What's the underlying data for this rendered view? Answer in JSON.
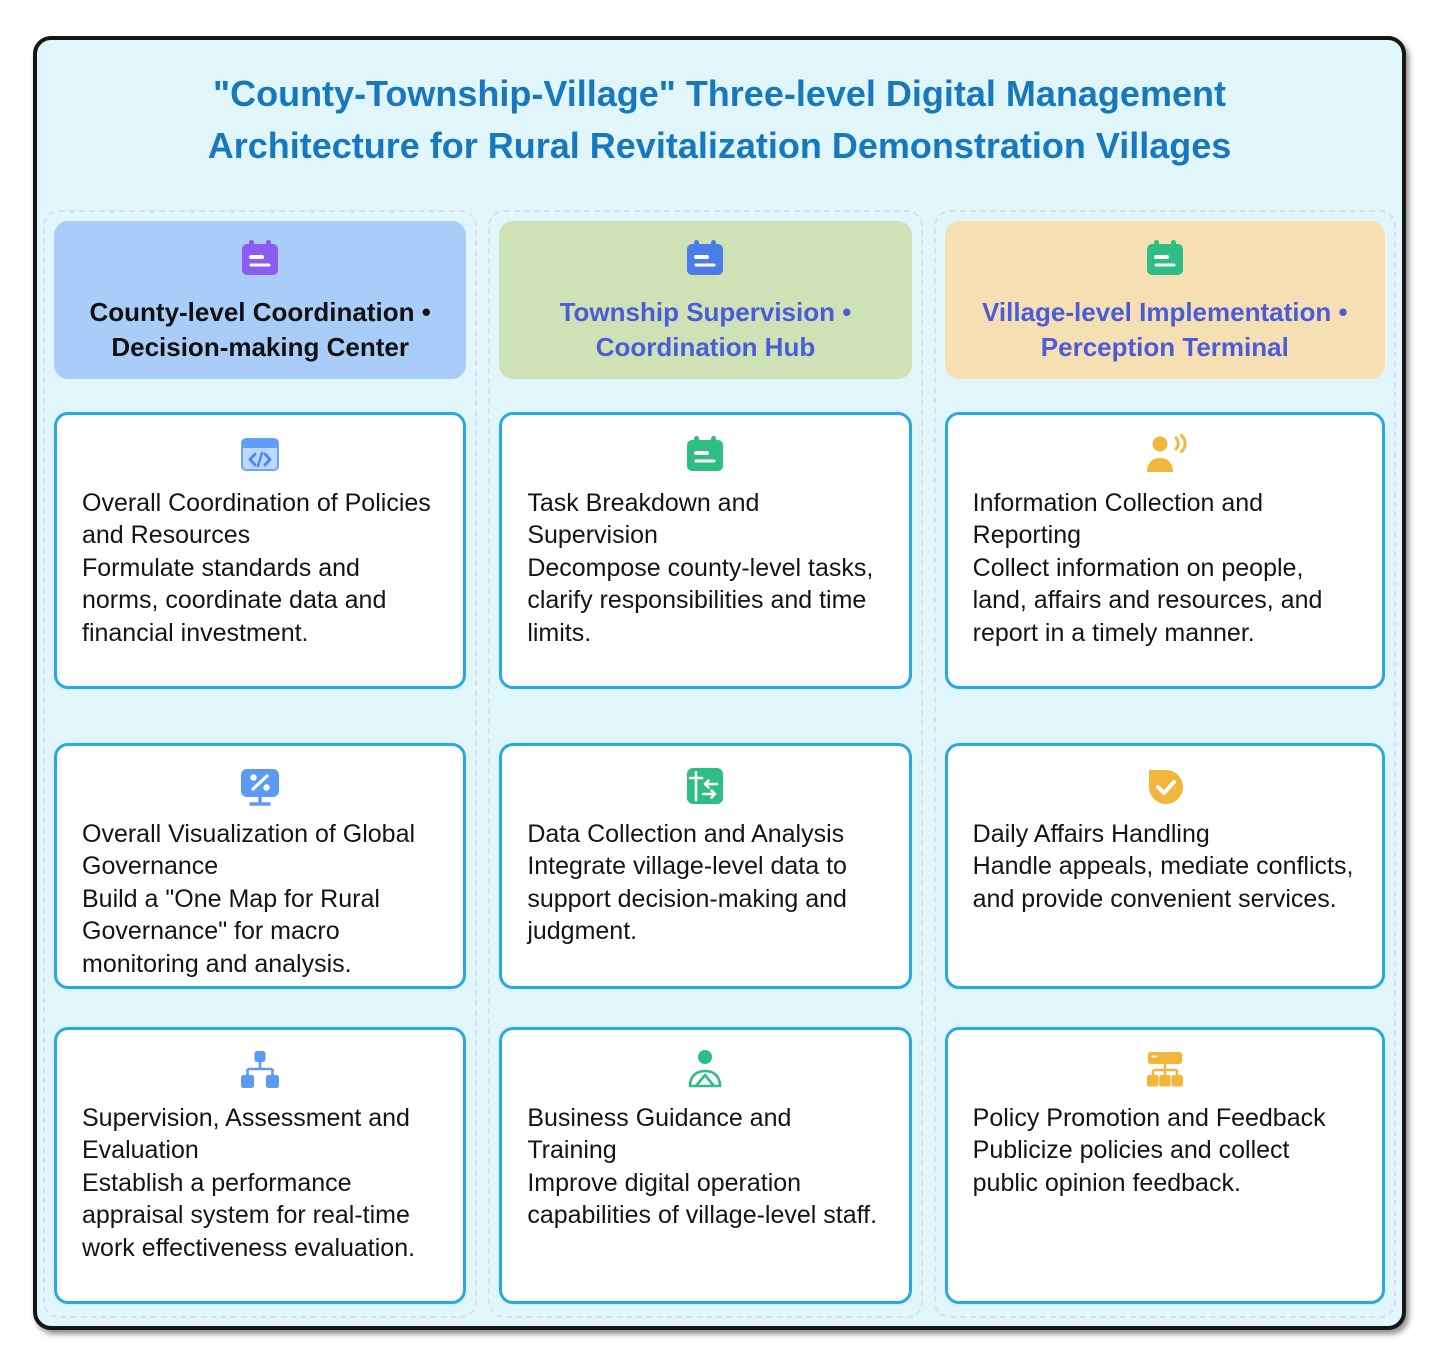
{
  "title": "\"County-Township-Village\" Three-level Digital Management Architecture for Rural Revitalization Demonstration Villages",
  "colors": {
    "page_background": "#e1f6fb",
    "title_text": "#1778bd",
    "card_border": "#29a9e1",
    "column_dashed_border": "#dcdcef",
    "county_header_bg": "#a9cdf8",
    "township_header_bg": "#cfe2b5",
    "village_header_bg": "#f5dfb3",
    "header_text_blue": "#4a5cd9",
    "icon_purple": "#8a5cf0",
    "icon_blue": "#4a7de8",
    "icon_light_blue": "#5d9af5",
    "icon_green": "#2ebd85",
    "icon_amber": "#f2b63c"
  },
  "columns": [
    {
      "header": {
        "label": "County-level Coordination • Decision-making Center",
        "icon": "calendar-icon"
      },
      "cards": [
        {
          "icon": "code-window-icon",
          "title": "Overall Coordination of Policies and Resources",
          "desc": "Formulate standards and norms, coordinate data and financial investment."
        },
        {
          "icon": "monitor-percent-icon",
          "title": "Overall Visualization of Global Governance",
          "desc": "Build a \"One Map for Rural Governance\" for macro monitoring and analysis."
        },
        {
          "icon": "org-chart-icon",
          "title": "Supervision, Assessment and Evaluation",
          "desc": "Establish a performance appraisal system for real-time work effectiveness evaluation."
        }
      ]
    },
    {
      "header": {
        "label": "Township Supervision • Coordination Hub",
        "icon": "calendar-icon"
      },
      "cards": [
        {
          "icon": "calendar-icon",
          "title": "Task Breakdown and Supervision",
          "desc": "Decompose county-level tasks, clarify responsibilities and time limits."
        },
        {
          "icon": "data-analysis-icon",
          "title": "Data Collection and Analysis",
          "desc": "Integrate village-level data to support decision-making and judgment."
        },
        {
          "icon": "person-training-icon",
          "title": "Business Guidance and Training",
          "desc": "Improve digital operation capabilities of village-level staff."
        }
      ]
    },
    {
      "header": {
        "label": "Village-level Implementation • Perception Terminal",
        "icon": "calendar-icon"
      },
      "cards": [
        {
          "icon": "person-speaking-icon",
          "title": "Information Collection and Reporting",
          "desc": "Collect information on people, land, affairs and resources, and report in a timely manner."
        },
        {
          "icon": "check-bubble-icon",
          "title": "Daily Affairs Handling",
          "desc": "Handle appeals, mediate conflicts, and provide convenient services."
        },
        {
          "icon": "policy-org-icon",
          "title": "Policy Promotion and Feedback",
          "desc": "Publicize policies and collect public opinion feedback."
        }
      ]
    }
  ]
}
